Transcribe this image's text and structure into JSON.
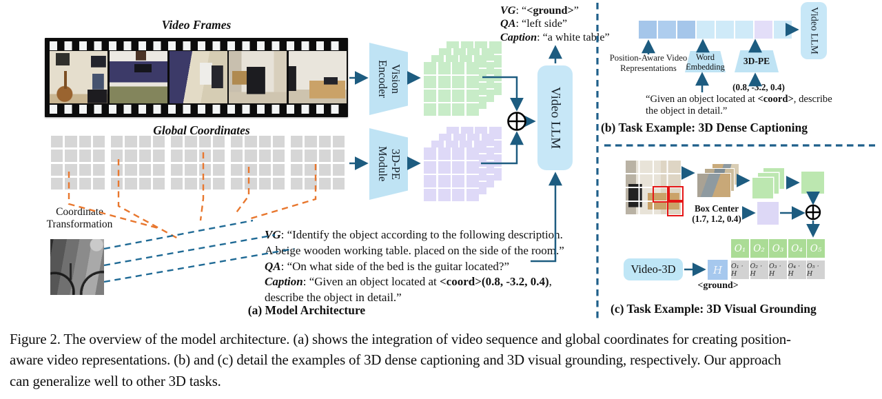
{
  "figure_caption": {
    "lines": [
      "Figure 2. The overview of the model architecture. (a) shows the integration of video sequence and global coordinates for creating position-",
      "aware video representations. (b) and (c) detail the examples of 3D dense captioning and 3D visual grounding, respectively. Our approach",
      "can generalize well to other 3D tasks."
    ]
  },
  "panel_a": {
    "title": "(a) Model Architecture",
    "video_frames_label": "Video Frames",
    "global_coordinates_label": "Global Coordinates",
    "coordinate_transformation_lines": [
      "Coordinate",
      "Transformation"
    ],
    "vision_encoder_lines": [
      "Vision",
      "Encoder"
    ],
    "pe_module_lines": [
      "3D-PE",
      "Module"
    ],
    "video_llm_label": "Video LLM",
    "outputs": [
      [
        {
          "t": "VG",
          "s": "bi"
        },
        {
          "t": ": “",
          "s": ""
        },
        {
          "t": "<ground>",
          "s": "b"
        },
        {
          "t": "”",
          "s": ""
        }
      ],
      [
        {
          "t": "QA",
          "s": "bi"
        },
        {
          "t": ": “left side”",
          "s": ""
        }
      ],
      [
        {
          "t": "Caption",
          "s": "bi"
        },
        {
          "t": ": “a white table”",
          "s": ""
        }
      ]
    ],
    "prompt_lines": [
      [
        {
          "t": "VG",
          "s": "bi"
        },
        {
          "t": ": “Identify the object according to the following description.",
          "s": ""
        }
      ],
      [
        {
          "t": "A beige wooden working table. placed on the side of the room.”",
          "s": ""
        }
      ],
      [
        {
          "t": "QA",
          "s": "bi"
        },
        {
          "t": ": “On what side of the bed is the guitar located?”",
          "s": ""
        }
      ],
      [
        {
          "t": "Caption",
          "s": "bi"
        },
        {
          "t": ": “Given an object located at ",
          "s": ""
        },
        {
          "t": "<coord>(0.8, -3.2, 0.4)",
          "s": "b"
        },
        {
          "t": ",",
          "s": ""
        }
      ],
      [
        {
          "t": "describe the object in detail.”",
          "s": ""
        }
      ]
    ]
  },
  "panel_b": {
    "title": "(b) Task Example: 3D Dense Captioning",
    "token_colors": [
      "#a5c6ea",
      "#aecdee",
      "#a5c6ea",
      "#cfeaf8",
      "#cfeaf8",
      "#cfeaf8",
      "#e3def8",
      "#cfeaf8"
    ],
    "representation_label_lines": [
      "Position-Aware Video",
      "Representations"
    ],
    "word_embedding_lines": [
      "Word",
      "Embedding"
    ],
    "pe_label": "3D-PE",
    "coord_label": "(0.8, -3.2, 0.4)",
    "quote_lines": [
      [
        {
          "t": "“Given an object located at ",
          "s": ""
        },
        {
          "t": "<coord>",
          "s": "b"
        },
        {
          "t": ", describe",
          "s": ""
        }
      ],
      [
        {
          "t": "the object in detail.”",
          "s": ""
        }
      ]
    ],
    "video_llm_label": "Video LLM"
  },
  "panel_c": {
    "title": "(c) Task Example: 3D Visual Grounding",
    "box_center_lines": [
      "Box Center",
      "(1.7, 1.2, 0.4)"
    ],
    "video_3d_label": "Video-3D",
    "h_label": "H",
    "ground_label": "<ground>",
    "object_tokens": [
      "O₁",
      "O₂",
      "O₃",
      "O₄",
      "O₅"
    ],
    "similarity_cells": [
      "O₁ · H",
      "O₂ · H",
      "O₃ · H",
      "O₄ · H",
      "O₅ · H"
    ]
  },
  "colors": {
    "arrow": "#1d5c80",
    "dashed_orange": "#e8772e",
    "dashed_blue": "#1f6a95",
    "shape_blue": "#bfe3f4",
    "grid_green": "#c8ecc8",
    "grid_purple": "#ded9f7",
    "grid_gray": "#d6d6d6"
  }
}
